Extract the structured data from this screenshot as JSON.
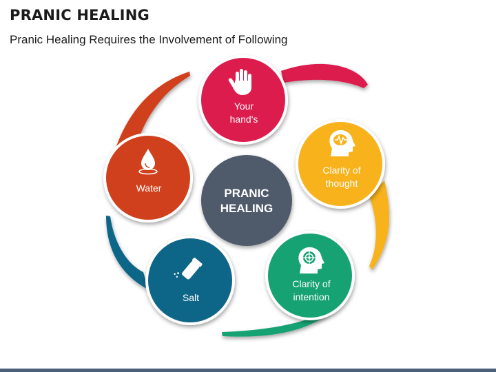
{
  "page": {
    "title": "PRANIC HEALING",
    "subtitle": "Pranic Healing Requires the Involvement of Following"
  },
  "diagram": {
    "center": {
      "line1": "PRANIC",
      "line2": "HEALING",
      "color": "#4f5a6a"
    },
    "nodes": [
      {
        "id": "hands",
        "lines": [
          "Your",
          "hand's"
        ],
        "color": "#dc1e4e",
        "icon": "hand-icon"
      },
      {
        "id": "thought",
        "lines": [
          "Clarity of",
          "thought"
        ],
        "color": "#f7b21b",
        "icon": "head-brain-icon"
      },
      {
        "id": "intention",
        "lines": [
          "Clarity of",
          "intention"
        ],
        "color": "#16a272",
        "icon": "head-target-icon"
      },
      {
        "id": "salt",
        "lines": [
          "Salt"
        ],
        "color": "#116588",
        "icon": "salt-shaker-icon"
      },
      {
        "id": "water",
        "lines": [
          "Water"
        ],
        "color": "#d0401c",
        "icon": "water-drop-icon"
      }
    ]
  }
}
